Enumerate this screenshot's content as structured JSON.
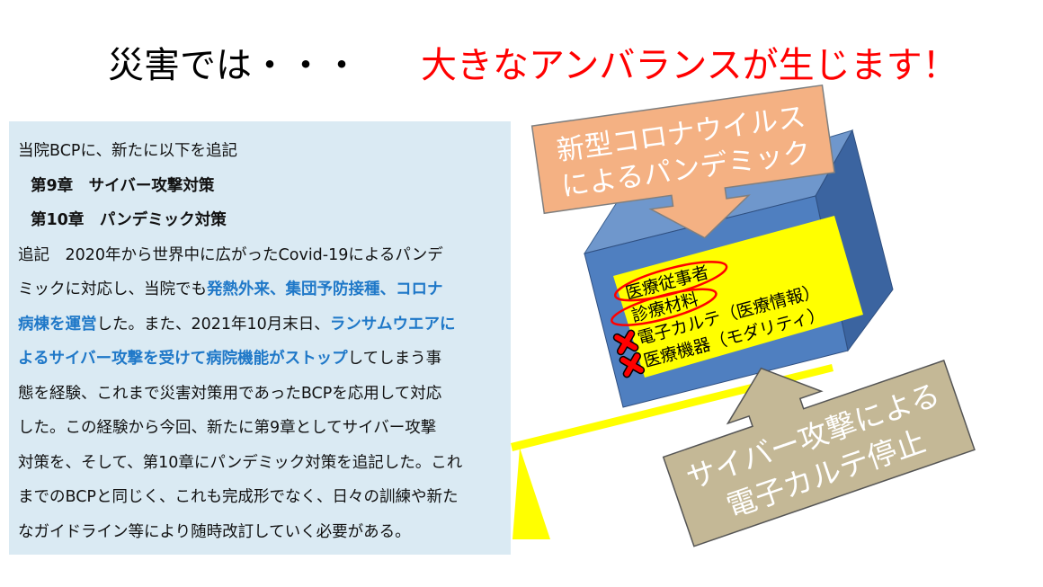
{
  "title": "災害では・・・",
  "headline": "大きなアンバランスが生じます！",
  "note": {
    "intro": "当院BCPに、新たに以下を追記",
    "chapter9": "第9章　サイバー攻撃対策",
    "chapter10": "第10章　パンデミック対策",
    "l1": "追記　2020年から世界中に広がったCovid-19によるパンデ",
    "l2a": "ミックに対応し、当院でも",
    "l2b": "発熱外来、集団予防接種、コロナ",
    "l3a": "病棟を運営",
    "l3b": "した。また、2021年10月末日、",
    "l3c": "ランサムウエアに",
    "l4a": "よるサイバー攻撃を受けて病院機能がストップ",
    "l4b": "してしまう事",
    "l5": "態を経験、これまで災害対策用であったBCPを応用して対応",
    "l6": "した。この経験から今回、新たに第9章としてサイバー攻撃",
    "l7": "対策を、そして、第10章にパンデミック対策を追記した。これ",
    "l8": "までのBCPと同じく、これも完成形でなく、日々の訓練や新た",
    "l9": "なガイドライン等により随時改訂していく必要がある。"
  },
  "diagram": {
    "pandemic_arrow": [
      "新型コロナウイルス",
      "によるパンデミック"
    ],
    "cyber_arrow": [
      "サイバー攻撃による",
      "電子カルテ停止"
    ],
    "items": [
      "医療従事者",
      "診療材料",
      "電子カルテ（医療情報）",
      "医療機器（モダリティ）"
    ],
    "colors": {
      "box": "#4f81bd",
      "yellow": "#ffff00",
      "orange": "#f4b183",
      "tan": "#c4b896",
      "red": "#ff0000"
    }
  }
}
